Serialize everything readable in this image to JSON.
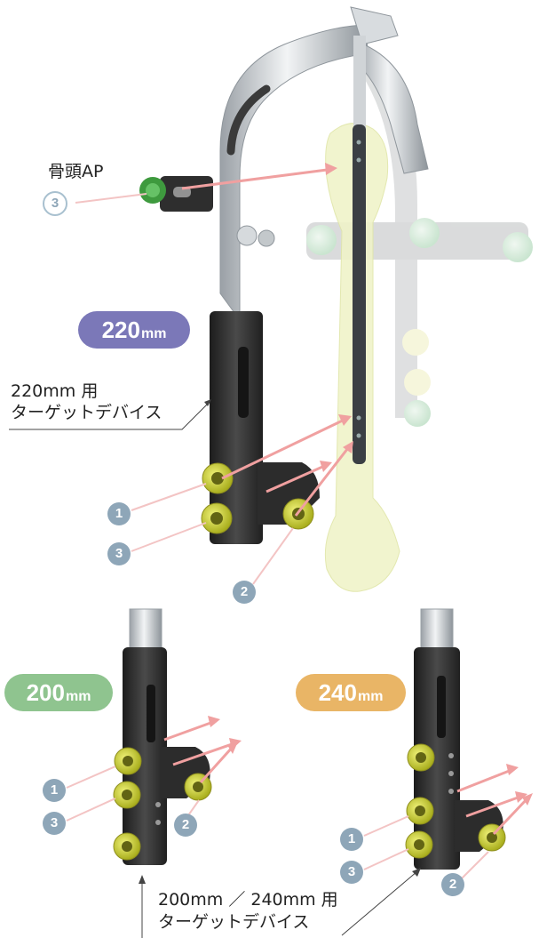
{
  "labels": {
    "femoral_head_ap": "骨頭AP",
    "target_220_line1": "220mm 用",
    "target_220_line2": "ターゲットデバイス",
    "target_200_240_line1": "200mm ／ 240mm 用",
    "target_200_240_line2": "ターゲットデバイス"
  },
  "badges": {
    "size_220": {
      "number": "220",
      "unit": "mm",
      "color": "#7b78b8"
    },
    "size_200": {
      "number": "200",
      "unit": "mm",
      "color": "#8fc48f"
    },
    "size_240": {
      "number": "240",
      "unit": "mm",
      "color": "#e9b566"
    }
  },
  "callouts": {
    "top_head": "3",
    "top_1": "1",
    "top_3": "3",
    "top_2": "2",
    "left_1": "1",
    "left_3": "3",
    "left_2": "2",
    "right_1": "1",
    "right_3": "3",
    "right_2": "2"
  },
  "colors": {
    "arrow": "#f0a0a0",
    "callout": "#8ea6b8",
    "screw_yellow": "#d4d93a",
    "screw_green": "#5dbb5d",
    "bone": "#eef2c4",
    "device_black": "#2e2e2e",
    "metal": "#c9cdd1"
  }
}
